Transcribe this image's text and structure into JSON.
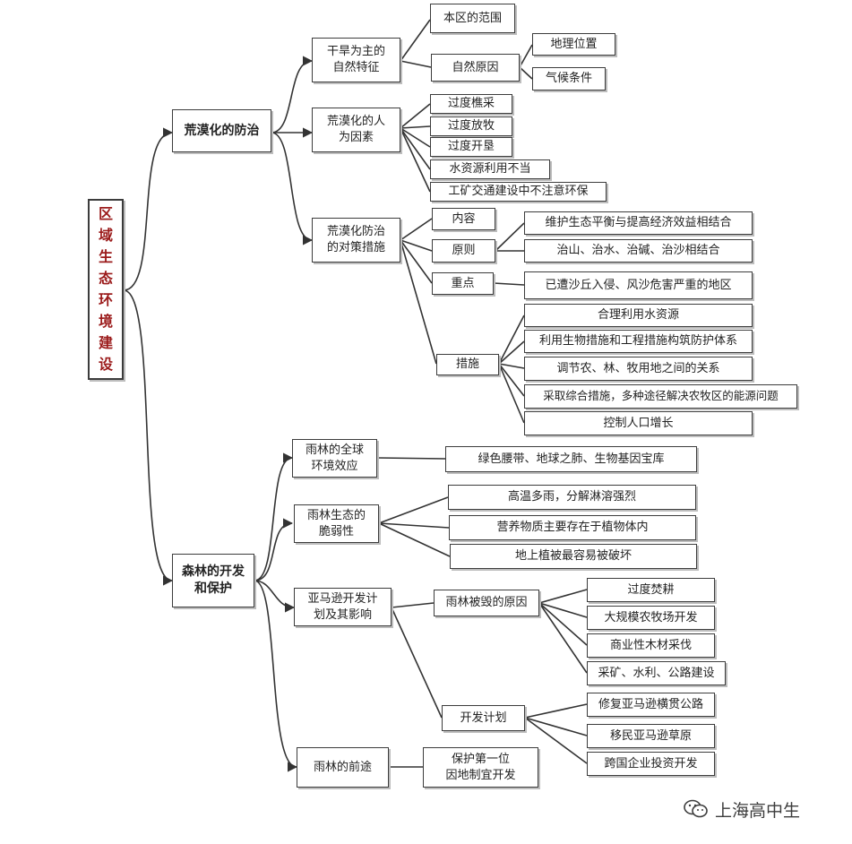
{
  "root": "区\n域\n生\n态\n环\n境\n建\n设",
  "desert": {
    "title": "荒漠化的防治",
    "natural": {
      "label": "干旱为主的\n自然特征",
      "range": "本区的范围",
      "cause": "自然原因",
      "geo": "地理位置",
      "climate": "气候条件"
    },
    "human": {
      "label": "荒漠化的人\n为因素",
      "items": [
        "过度樵采",
        "过度放牧",
        "过度开垦",
        "水资源利用不当",
        "工矿交通建设中不注意环保"
      ]
    },
    "measures": {
      "label": "荒漠化防治\n的对策措施",
      "content": "内容",
      "principle": "原则",
      "principle_items": [
        "维护生态平衡与提高经济效益相结合",
        "治山、治水、治碱、治沙相结合"
      ],
      "focus": "重点",
      "focus_item": "已遭沙丘入侵、风沙危害严重的地区",
      "steps": "措施",
      "step_items": [
        "合理利用水资源",
        "利用生物措施和工程措施构筑防护体系",
        "调节农、林、牧用地之间的关系",
        "采取综合措施，多种途径解决农牧区的能源问题",
        "控制人口增长"
      ]
    }
  },
  "forest": {
    "title": "森林的开发\n和保护",
    "global": {
      "label": "雨林的全球\n环境效应",
      "item": "绿色腰带、地球之肺、生物基因宝库"
    },
    "fragile": {
      "label": "雨林生态的\n脆弱性",
      "items": [
        "高温多雨，分解淋溶强烈",
        "营养物质主要存在于植物体内",
        "地上植被最容易被破坏"
      ]
    },
    "amazon": {
      "label": "亚马逊开发计\n划及其影响",
      "destroy": "雨林被毁的原因",
      "destroy_items": [
        "过度焚耕",
        "大规模农牧场开发",
        "商业性木材采伐",
        "采矿、水利、公路建设"
      ],
      "plan": "开发计划",
      "plan_items": [
        "修复亚马逊横贯公路",
        "移民亚马逊草原",
        "跨国企业投资开发"
      ]
    },
    "future": {
      "label": "雨林的前途",
      "item": "保护第一位\n因地制宜开发"
    }
  },
  "watermark": "上海高中生"
}
